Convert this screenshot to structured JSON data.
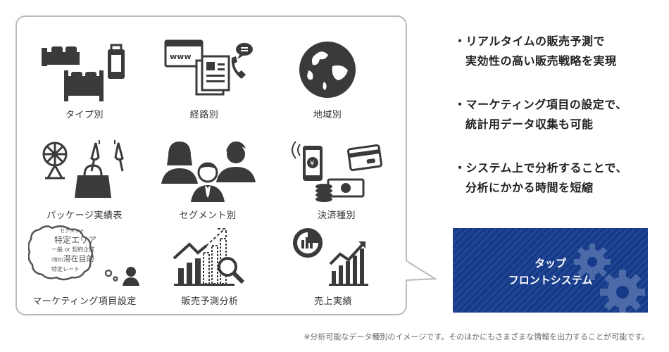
{
  "grid": {
    "items": [
      {
        "label": "タイプ別",
        "icon": "hotel-room-icon"
      },
      {
        "label": "経路別",
        "icon": "channel-icon"
      },
      {
        "label": "地域別",
        "icon": "globe-icon"
      },
      {
        "label": "パッケージ実績表",
        "icon": "package-icon"
      },
      {
        "label": "セグメント別",
        "icon": "people-icon"
      },
      {
        "label": "決済種別",
        "icon": "payment-icon"
      },
      {
        "label": "マーケティング項目設定",
        "icon": "marketing-icon"
      },
      {
        "label": "販売予測分析",
        "icon": "forecast-icon"
      },
      {
        "label": "売上実績",
        "icon": "sales-icon"
      }
    ],
    "marketing_cloud": {
      "w1": "セグメント",
      "w2": "特定エリア",
      "w3": "一般 or 契約企業",
      "w4": "滞在目的",
      "w5": "特定レート",
      "w6": "(種別)"
    }
  },
  "bullets": [
    {
      "l1": "・リアルタイムの販売予測で",
      "l2": "実効性の高い販売戦略を実現"
    },
    {
      "l1": "・マーケティング項目の設定で、",
      "l2": "統計用データ収集も可能"
    },
    {
      "l1": "・システム上で分析することで、",
      "l2": "分析にかかる時間を短縮"
    }
  ],
  "system": {
    "line1": "タップ",
    "line2": "フロントシステム"
  },
  "note": "※分析可能なデータ種別のイメージです。そのほかにもさまざまな情報を出力することが可能です。",
  "colors": {
    "icon": "#3a3a3a",
    "system_bg": "#153a8a",
    "border": "#b9b9b9"
  }
}
